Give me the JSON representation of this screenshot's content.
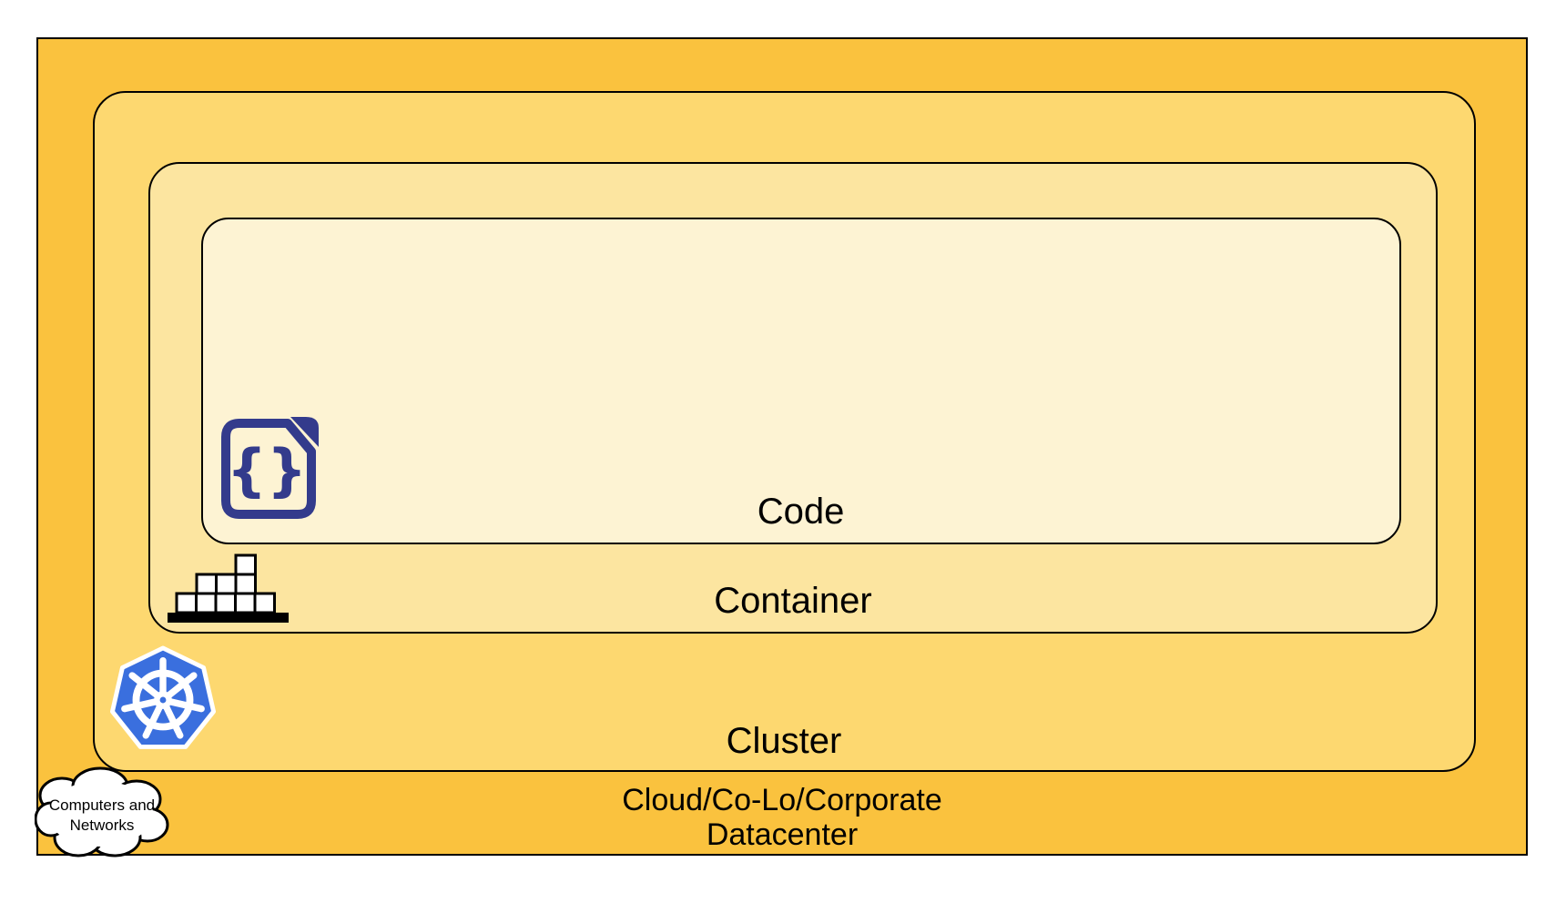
{
  "layers": {
    "code": {
      "label": "Code",
      "fill": "#FDF3D3"
    },
    "container": {
      "label": "Container",
      "fill": "#FCE5A0"
    },
    "cluster": {
      "label": "Cluster",
      "fill": "#FDD870"
    },
    "datacenter": {
      "label_line1": "Cloud/Co-Lo/Corporate",
      "label_line2": "Datacenter",
      "fill": "#FAC23E"
    }
  },
  "cloud_callout": {
    "line1": "Computers and",
    "line2": "Networks",
    "fill": "#FFFFFF"
  },
  "icons": {
    "code_file_icon": {
      "glyph": "{}",
      "color": "#333B8C"
    },
    "container_blocks_icon": {
      "block_fill": "#FFFFFF",
      "outline": "#000000"
    },
    "kubernetes_icon": {
      "color": "#3A6FDE",
      "wheel_color": "#FFFFFF"
    }
  },
  "colors": {
    "border": "#000000",
    "page_background": "#FFFFFF"
  }
}
